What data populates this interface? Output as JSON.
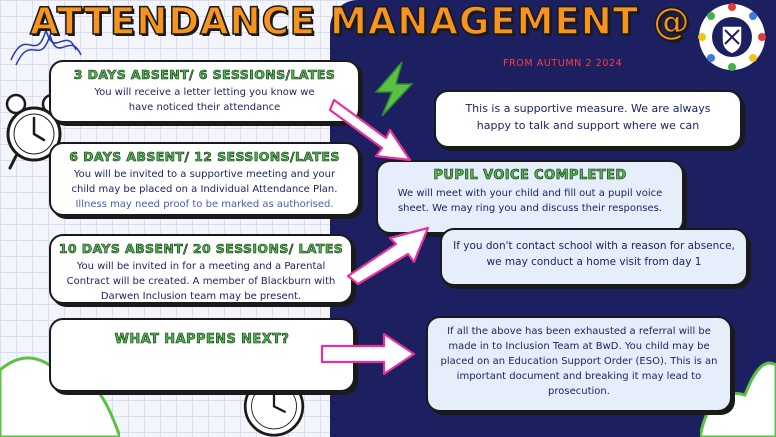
{
  "header": {
    "title": "ATTENDANCE MANAGEMENT @",
    "subtitle": "FROM AUTUMN 2 2024",
    "logo_icon": "school-crest-icon"
  },
  "cards_left": [
    {
      "heading": "3 DAYS ABSENT/ 6 SESSIONS/LATES",
      "text": "You will receive a letter letting you know we have noticed their attendance"
    },
    {
      "heading": "6 DAYS ABSENT/ 12 SESSIONS/LATES",
      "text": "You will be invited to a supportive meeting and your child may be placed on a Individual Attendance Plan.",
      "note": "Illness may need proof to be marked as authorised."
    },
    {
      "heading": "10 DAYS ABSENT/ 20 SESSIONS/ LATES",
      "text": "You will be invited in for a meeting and a Parental Contract will be created. A member of Blackburn with Darwen Inclusion team may be present."
    },
    {
      "heading": "WHAT HAPPENS NEXT?"
    }
  ],
  "cards_right": {
    "supportive": "This is a supportive measure. We are always happy to talk and support where we can",
    "pupil_voice_heading": "PUPIL VOICE COMPLETED",
    "pupil_voice_text": "We will meet with your child and fill out a pupil voice sheet. We may ring you and discuss their responses.",
    "home_visit": "If you don't contact school with a reason for absence, we may conduct a home visit from day 1",
    "referral": "If all the above has been exhausted a referral will be made in to Inclusion Team at BwD. You child may be placed on an Education Support Order (ESO). This is an important document and breaking it may lead to prosecution."
  },
  "colors": {
    "title_orange": "#f7941d",
    "heading_green": "#46c246",
    "navy": "#1d2060",
    "arrow_pink": "#e8309a",
    "subtitle_red": "#ff3d3d"
  }
}
